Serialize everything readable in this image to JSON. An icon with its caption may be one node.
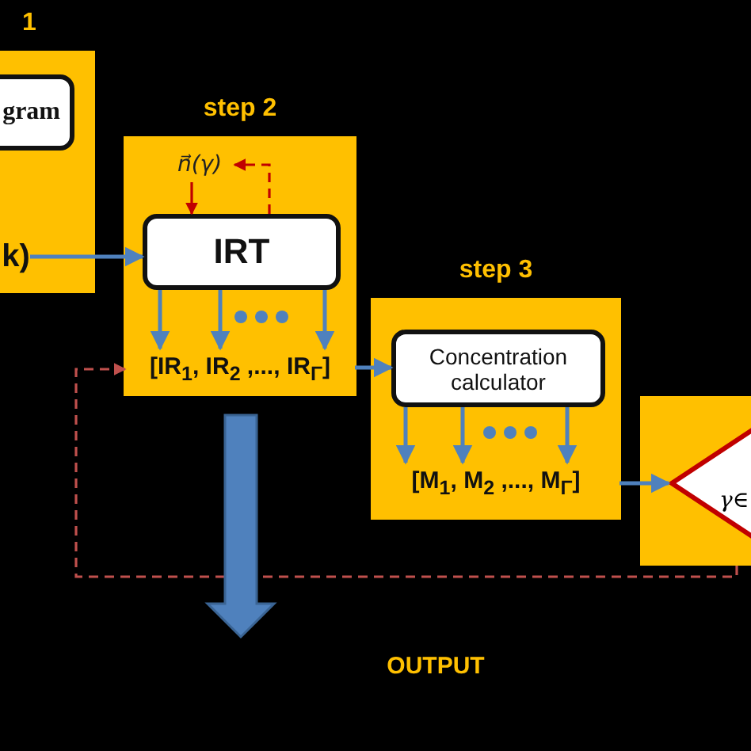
{
  "diagram": {
    "nodes": [
      {
        "text": [
          "1"
        ]
      },
      {
        "text": [
          "gram"
        ],
        "in": 0
      },
      {
        "text": [
          "k)"
        ],
        "in": 0
      },
      {
        "text": [
          "step 2"
        ]
      },
      {
        "text": [
          "n⃗(γ)"
        ],
        "in": 3
      },
      {
        "text": [
          "IRT"
        ],
        "in": 3
      },
      {
        "text": [
          "[IR$_{1}$, IR$_{2}$ ,..., IR$_{Γ}$]"
        ],
        "in": 3
      },
      {
        "text": [
          "step 3"
        ]
      },
      {
        "text": [
          "Concentration calculator"
        ],
        "in": 7
      },
      {
        "text": [
          "[M$_{1}$, M$_{2}$ ,..., M$_{Γ}$]"
        ],
        "in": 7
      },
      {
        "text": [],
        "shape": "box"
      },
      {
        "text": [
          "γ∈"
        ],
        "in": 10
      },
      {
        "text": [
          "OUTPUT"
        ]
      }
    ],
    "edges": [
      {
        "from": 2,
        "to": 5,
        "arrow": "to"
      },
      {
        "from": 5,
        "to": 6,
        "arrow": "to"
      },
      {
        "from": 5,
        "to": 6,
        "arrow": "to"
      },
      {
        "from": 5,
        "to": 6,
        "arrow": "to"
      },
      {
        "from": 4,
        "to": 5,
        "arrow": "to",
        "color": "#c00000"
      },
      {
        "from": 5,
        "to": 4,
        "arrow": "to",
        "style": "dashed",
        "color": "#c00000"
      },
      {
        "from": 6,
        "to": 8,
        "arrow": "to"
      },
      {
        "from": 8,
        "to": 9,
        "arrow": "to"
      },
      {
        "from": 8,
        "to": 9,
        "arrow": "to"
      },
      {
        "from": 8,
        "to": 9,
        "arrow": "to"
      },
      {
        "from": 9,
        "to": 11,
        "arrow": "to"
      },
      {
        "from": 10,
        "to": 6,
        "arrow": "to",
        "style": "dashed",
        "color": "#c0504d"
      },
      {
        "from": 3,
        "to": 12,
        "arrow": "to",
        "style": "thick"
      }
    ]
  }
}
